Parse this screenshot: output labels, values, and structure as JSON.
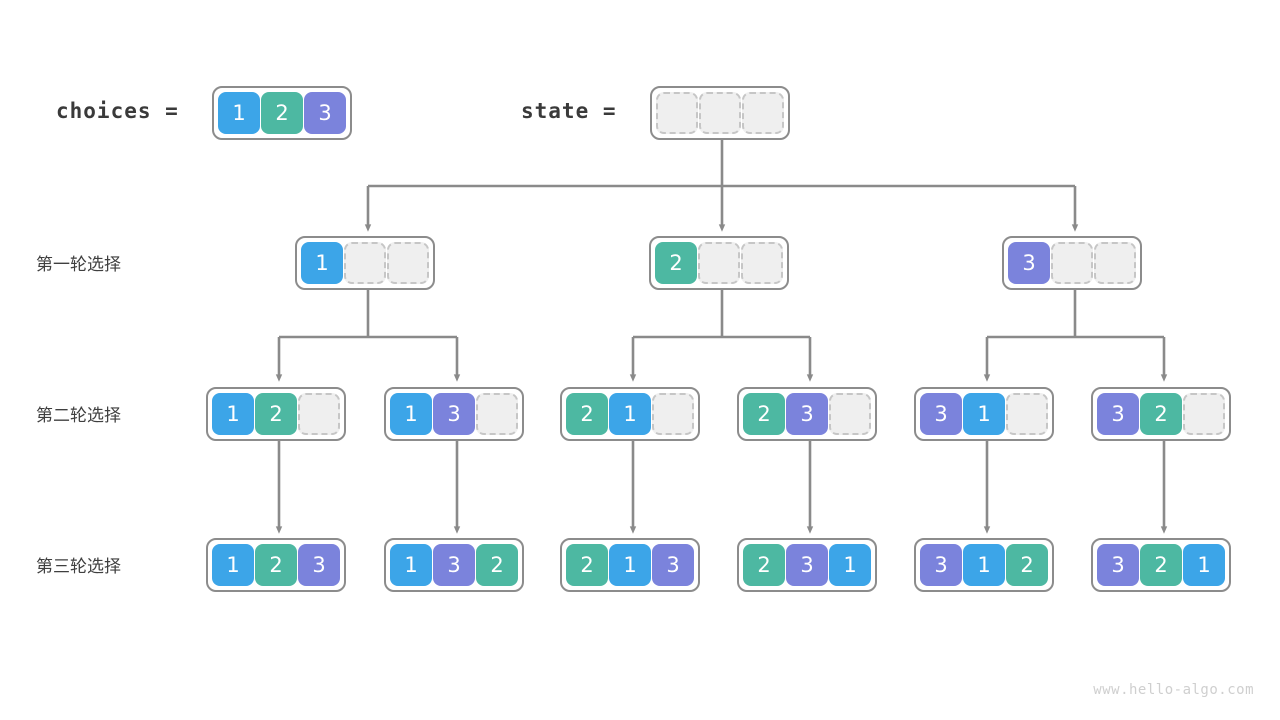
{
  "page": {
    "watermark": "www.hello-algo.com",
    "bg": "#ffffff"
  },
  "palette": {
    "one": "#3CA5E8",
    "two": "#4DB8A2",
    "three": "#7B83DC",
    "empty_fill": "#efefef",
    "empty_border": "#c6c6c6",
    "array_border": "#8c8c8c",
    "wire": "#8a8a8a",
    "text": "#3f3f3f"
  },
  "header": {
    "choices_label": "choices =",
    "choices_values": [
      "1",
      "2",
      "3"
    ],
    "state_label": "state =",
    "state_values": [
      "",
      "",
      ""
    ]
  },
  "rows": [
    {
      "label": "第一轮选择"
    },
    {
      "label": "第二轮选择"
    },
    {
      "label": "第三轮选择"
    }
  ],
  "tree": {
    "level1": [
      {
        "values": [
          "1",
          "",
          ""
        ]
      },
      {
        "values": [
          "2",
          "",
          ""
        ]
      },
      {
        "values": [
          "3",
          "",
          ""
        ]
      }
    ],
    "level2": [
      {
        "values": [
          "1",
          "2",
          ""
        ]
      },
      {
        "values": [
          "1",
          "3",
          ""
        ]
      },
      {
        "values": [
          "2",
          "1",
          ""
        ]
      },
      {
        "values": [
          "2",
          "3",
          ""
        ]
      },
      {
        "values": [
          "3",
          "1",
          ""
        ]
      },
      {
        "values": [
          "3",
          "2",
          ""
        ]
      }
    ],
    "level3": [
      {
        "values": [
          "1",
          "2",
          "3"
        ]
      },
      {
        "values": [
          "1",
          "3",
          "2"
        ]
      },
      {
        "values": [
          "2",
          "1",
          "3"
        ]
      },
      {
        "values": [
          "2",
          "3",
          "1"
        ]
      },
      {
        "values": [
          "3",
          "1",
          "2"
        ]
      },
      {
        "values": [
          "3",
          "2",
          "1"
        ]
      }
    ]
  }
}
